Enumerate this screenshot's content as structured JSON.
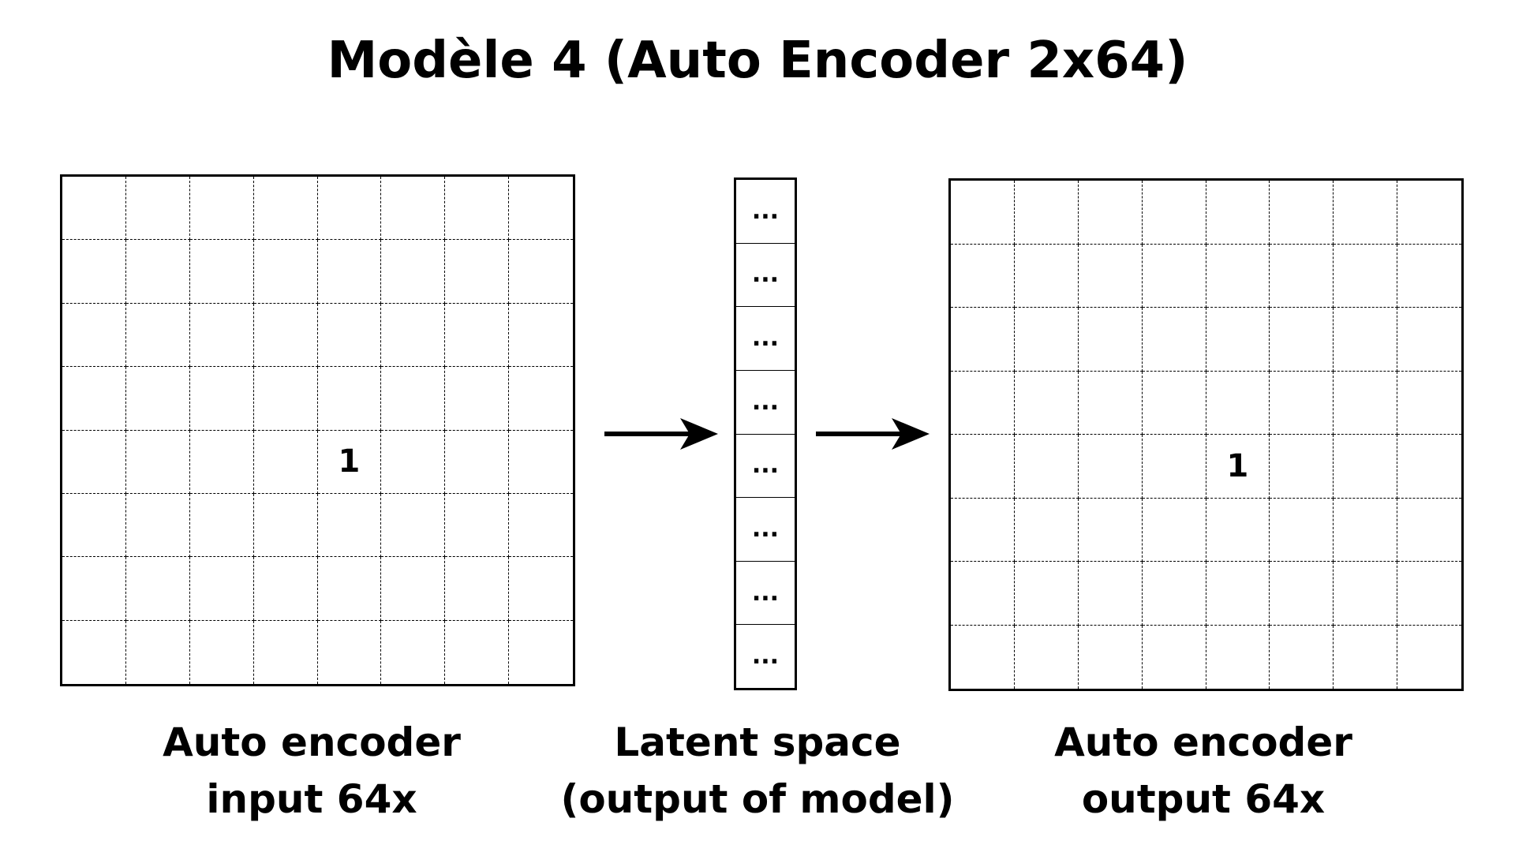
{
  "title": "Modèle 4 (Auto Encoder 2x64)",
  "input_grid": {
    "rows": 8,
    "cols": 8,
    "marked_cell": {
      "row": 4,
      "col": 4,
      "value": "1"
    }
  },
  "latent": {
    "cells": [
      "...",
      "...",
      "...",
      "...",
      "...",
      "...",
      "...",
      "..."
    ]
  },
  "output_grid": {
    "rows": 8,
    "cols": 8,
    "marked_cell": {
      "row": 4,
      "col": 4,
      "value": "1"
    }
  },
  "captions": {
    "input": [
      "Auto encoder",
      "input 64x"
    ],
    "latent": [
      "Latent space",
      "(output of model)"
    ],
    "output": [
      "Auto encoder",
      "output 64x"
    ]
  },
  "icons": [
    "arrow-right-icon",
    "arrow-right-icon"
  ]
}
